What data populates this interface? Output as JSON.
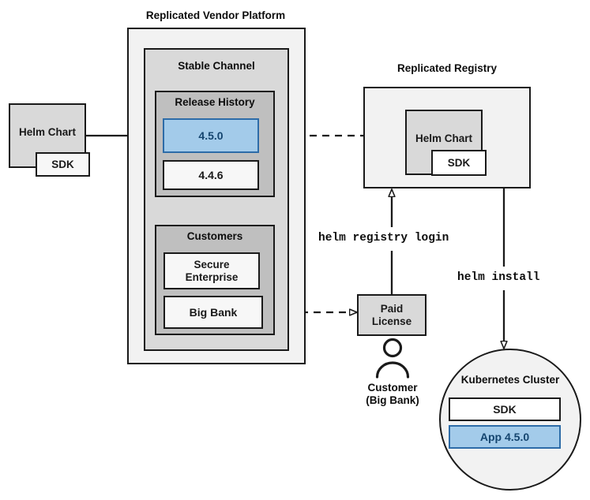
{
  "diagram": {
    "title_labels": [
      {
        "name": "replicated-vendor-platform-title",
        "text": "Replicated Vendor Platform"
      },
      {
        "name": "replicated-registry-title",
        "text": "Replicated Registry"
      }
    ],
    "vendor_platform": {
      "label": "Replicated Vendor Platform",
      "stable_channel": {
        "label": "Stable Channel",
        "release_history": {
          "label": "Release History",
          "releases": [
            {
              "version": "4.5.0",
              "highlighted": true
            },
            {
              "version": "4.4.6",
              "highlighted": false
            }
          ]
        },
        "customers": {
          "label": "Customers",
          "items": [
            {
              "name": "Secure Enterprise"
            },
            {
              "name": "Big Bank"
            }
          ]
        }
      }
    },
    "source_helm_chart": {
      "label": "Helm Chart",
      "sdk_label": "SDK"
    },
    "registry": {
      "label": "Replicated Registry",
      "helm_chart_label": "Helm Chart",
      "sdk_label": "SDK"
    },
    "paid_license": {
      "label": "Paid\nLicense",
      "line1": "Paid",
      "line2": "License"
    },
    "customer_actor": {
      "icon": "person-icon",
      "line1": "Customer",
      "line2": "(Big Bank)"
    },
    "kubernetes_cluster": {
      "label": "Kubernetes Cluster",
      "components": [
        {
          "name": "SDK",
          "highlighted": false
        },
        {
          "name": "App 4.5.0",
          "highlighted": true
        }
      ]
    },
    "commands": [
      {
        "name": "helm-registry-login-command",
        "text": "helm registry login"
      },
      {
        "name": "helm-install-command",
        "text": "helm install"
      }
    ],
    "colors": {
      "highlight_fill": "#a3cbea",
      "highlight_border": "#2d6ca8",
      "highlight_text": "#15456f",
      "outer_fill": "#f2f2f2",
      "mid_fill": "#d9d9d9",
      "inner_fill": "#bfbfbf",
      "stroke": "#1a1a1a"
    }
  }
}
